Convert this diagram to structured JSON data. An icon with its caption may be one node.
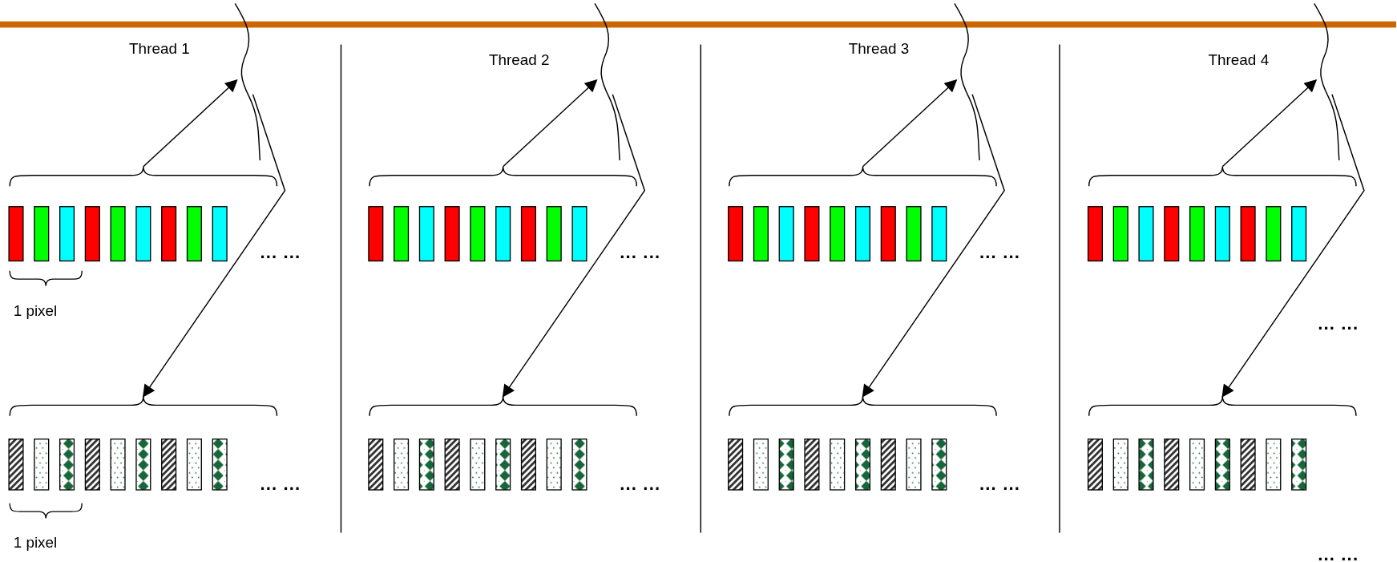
{
  "diagram": {
    "nodes": [
      {
        "text": [],
        "shape": "curve",
        "beside": [
          "Thread 1"
        ]
      },
      {
        "text": [],
        "shape": "bracket"
      },
      {
        "text": [],
        "shape": "bracket"
      },
      {
        "text": [],
        "shape": "curve",
        "beside": [
          "Thread 2"
        ]
      },
      {
        "text": [],
        "shape": "bracket"
      },
      {
        "text": [],
        "shape": "bracket"
      },
      {
        "text": [],
        "shape": "curve",
        "beside": [
          "Thread 3"
        ]
      },
      {
        "text": [],
        "shape": "bracket"
      },
      {
        "text": [],
        "shape": "bracket"
      },
      {
        "text": [],
        "shape": "curve",
        "beside": [
          "Thread 4"
        ]
      },
      {
        "text": [],
        "shape": "bracket"
      },
      {
        "text": [],
        "shape": "bracket"
      }
    ],
    "edges": [
      {
        "from": 1,
        "to": 0,
        "arrow": "to"
      },
      {
        "from": 0,
        "to": 2,
        "arrow": "to"
      },
      {
        "from": 4,
        "to": 3,
        "arrow": "to"
      },
      {
        "from": 3,
        "to": 5,
        "arrow": "to"
      },
      {
        "from": 7,
        "to": 6,
        "arrow": "to"
      },
      {
        "from": 6,
        "to": 8,
        "arrow": "to"
      },
      {
        "from": 10,
        "to": 9,
        "arrow": "to"
      },
      {
        "from": 9,
        "to": 11,
        "arrow": "to"
      }
    ],
    "labels": [
      "... ...",
      "... ...",
      "... ...",
      "1 pixel",
      "... ...",
      "... ...",
      "... ...",
      "... ...",
      "1 pixel",
      "... ..."
    ]
  }
}
